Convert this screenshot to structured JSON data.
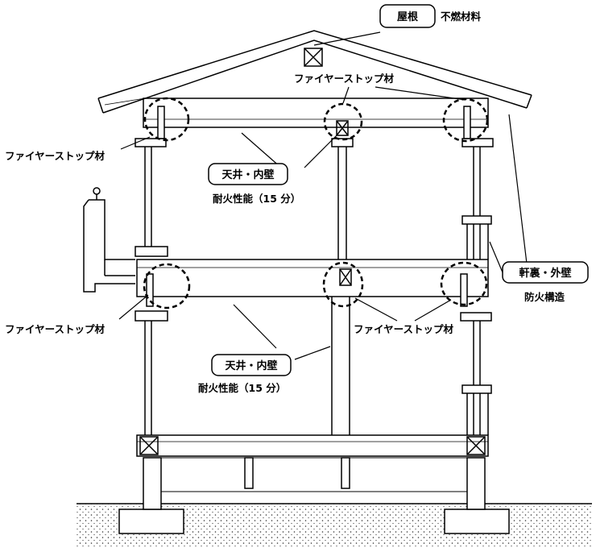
{
  "labels": {
    "roof": "屋根",
    "roof_material": "不燃材料",
    "firestop_top": "ファイヤーストップ材",
    "firestop_upper_left": "ファイヤーストップ材",
    "firestop_lower_left": "ファイヤーストップ材",
    "firestop_lower_middle": "ファイヤーストップ材",
    "ceiling_wall_upper": "天井・内壁",
    "fire_performance_upper": "耐火性能（15 分）",
    "ceiling_wall_lower": "天井・内壁",
    "fire_performance_lower": "耐火性能（15 分）",
    "eaves_exterior_wall": "軒裏・外壁",
    "fireproof_structure": "防火構造"
  },
  "colors": {
    "line": "#000000",
    "background": "#ffffff",
    "ground_dots": "#333333"
  }
}
